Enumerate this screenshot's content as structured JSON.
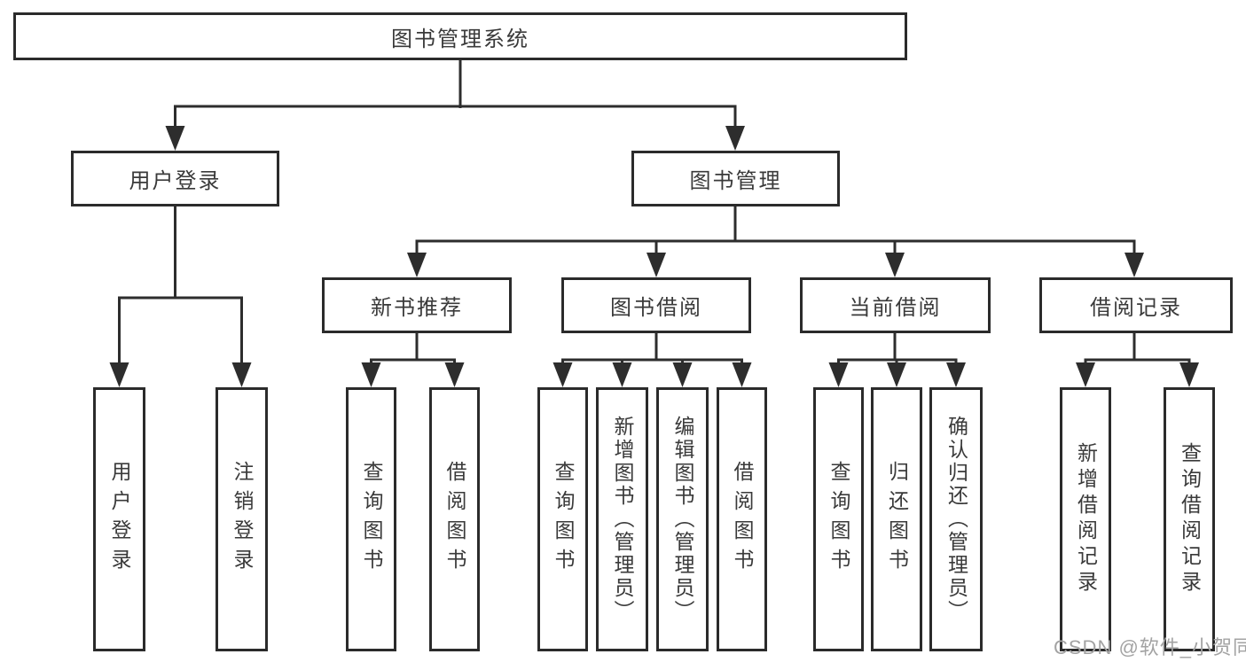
{
  "diagram": {
    "root": "图书管理系统",
    "branches": [
      {
        "label": "用户登录",
        "children": [
          "用户登录",
          "注销登录"
        ]
      },
      {
        "label": "图书管理",
        "children": [
          {
            "label": "新书推荐",
            "children": [
              "查询图书",
              "借阅图书"
            ]
          },
          {
            "label": "图书借阅",
            "children": [
              "查询图书",
              "新增图书（管理员）",
              "编辑图书（管理员）",
              "借阅图书"
            ]
          },
          {
            "label": "当前借阅",
            "children": [
              "查询图书",
              "归还图书",
              "确认归还（管理员）"
            ]
          },
          {
            "label": "借阅记录",
            "children": [
              "新增借阅记录",
              "查询借阅记录"
            ]
          }
        ]
      }
    ]
  },
  "watermark": "CSDN @软件_小贺同学",
  "colors": {
    "line": "#2d2d2d",
    "border": "#2b2b2b",
    "text": "#3a3a3a",
    "watermark": "#a3a3a3"
  }
}
